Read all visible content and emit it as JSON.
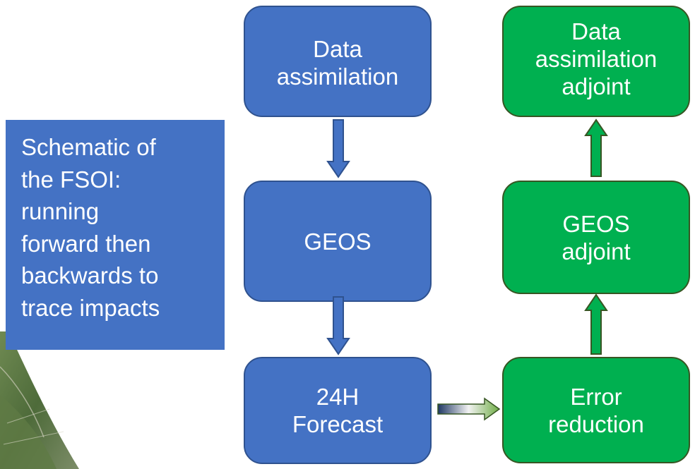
{
  "callout": {
    "lines": [
      "Schematic of",
      "the FSOI:",
      "running",
      "forward then",
      "backwards to",
      "trace impacts"
    ]
  },
  "forward_chain": {
    "data_assimilation": [
      "Data",
      "assimilation"
    ],
    "geos": [
      "GEOS"
    ],
    "forecast": [
      "24H",
      "Forecast"
    ]
  },
  "adjoint_chain": {
    "data_assimilation_adjoint": [
      "Data",
      "assimilation",
      "adjoint"
    ],
    "geos_adjoint": [
      "GEOS",
      "adjoint"
    ],
    "error_reduction": [
      "Error",
      "reduction"
    ]
  },
  "colors": {
    "blue_fill": "#4472c4",
    "blue_border": "#2f528f",
    "green_fill": "#00b050",
    "green_border": "#375623",
    "text": "#ffffff"
  }
}
